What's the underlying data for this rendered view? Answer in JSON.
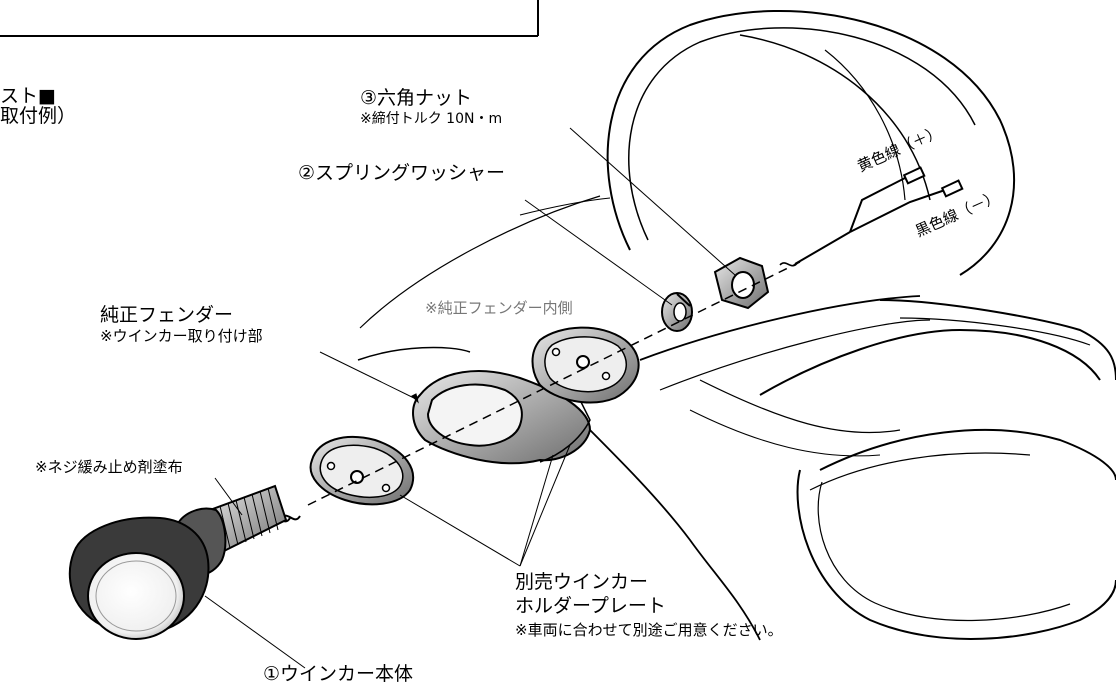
{
  "header": {
    "title_fragment": "スト■",
    "subtitle_fragment": "取付例）"
  },
  "labels": {
    "hex_nut": "③六角ナット",
    "torque_note": "※締付トルク 10N・m",
    "spring_washer": "②スプリングワッシャー",
    "yellow_wire": "黄色線（＋）",
    "black_wire": "黒色線（－）",
    "inner_fender_note": "※純正フェンダー内側",
    "fender": "純正フェンダー",
    "fender_note": "※ウインカー取り付け部",
    "thread_lock_note": "※ネジ緩み止め剤塗布",
    "holder_plate_line1": "別売ウインカー",
    "holder_plate_line2": "ホルダープレート",
    "holder_plate_note": "※車両に合わせて別途ご用意ください。",
    "winker_body": "①ウインカー本体"
  },
  "colors": {
    "line": "#000000",
    "shade": "#8a8a8a",
    "dark": "#333333",
    "light_text": "#777777"
  }
}
